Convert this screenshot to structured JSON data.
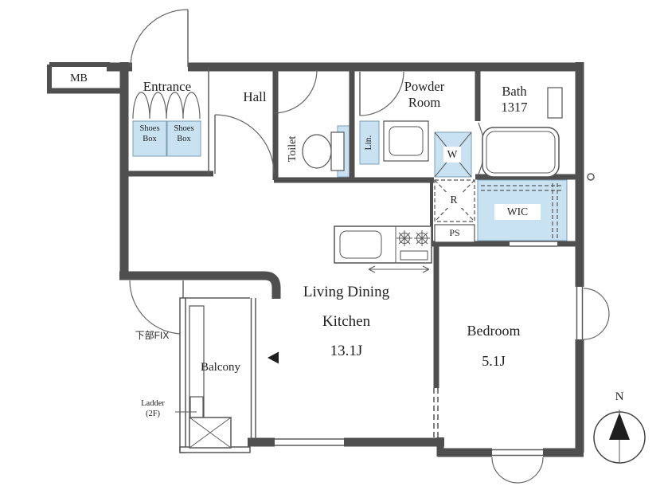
{
  "colors": {
    "wall": "#4f4f4f",
    "line": "#5a5a5a",
    "fixture_fill": "#c8e2f2",
    "fixture_border": "#7d9db5",
    "text": "#1f1f1f"
  },
  "rooms": {
    "mb": "MB",
    "entrance": "Entrance",
    "hall": "Hall",
    "toilet": "Toilet",
    "powder_room": "Powder Room",
    "bath": "Bath 1317",
    "ldk_line1": "Living Dining",
    "ldk_line2": "Kitchen",
    "ldk_line3": "13.1J",
    "bedroom_line1": "Bedroom",
    "bedroom_line2": "5.1J",
    "balcony": "Balcony",
    "wic": "WIC"
  },
  "fixtures": {
    "shoes_box_left": "Shoes Box",
    "shoes_box_right": "Shoes Box",
    "linen": "Lin.",
    "washer": "W",
    "refrigerator": "R",
    "pipe_space": "PS"
  },
  "annotations": {
    "lower_fix": "下部FIX",
    "ladder_line1": "Ladder",
    "ladder_line2": "(2F)",
    "north": "N"
  }
}
